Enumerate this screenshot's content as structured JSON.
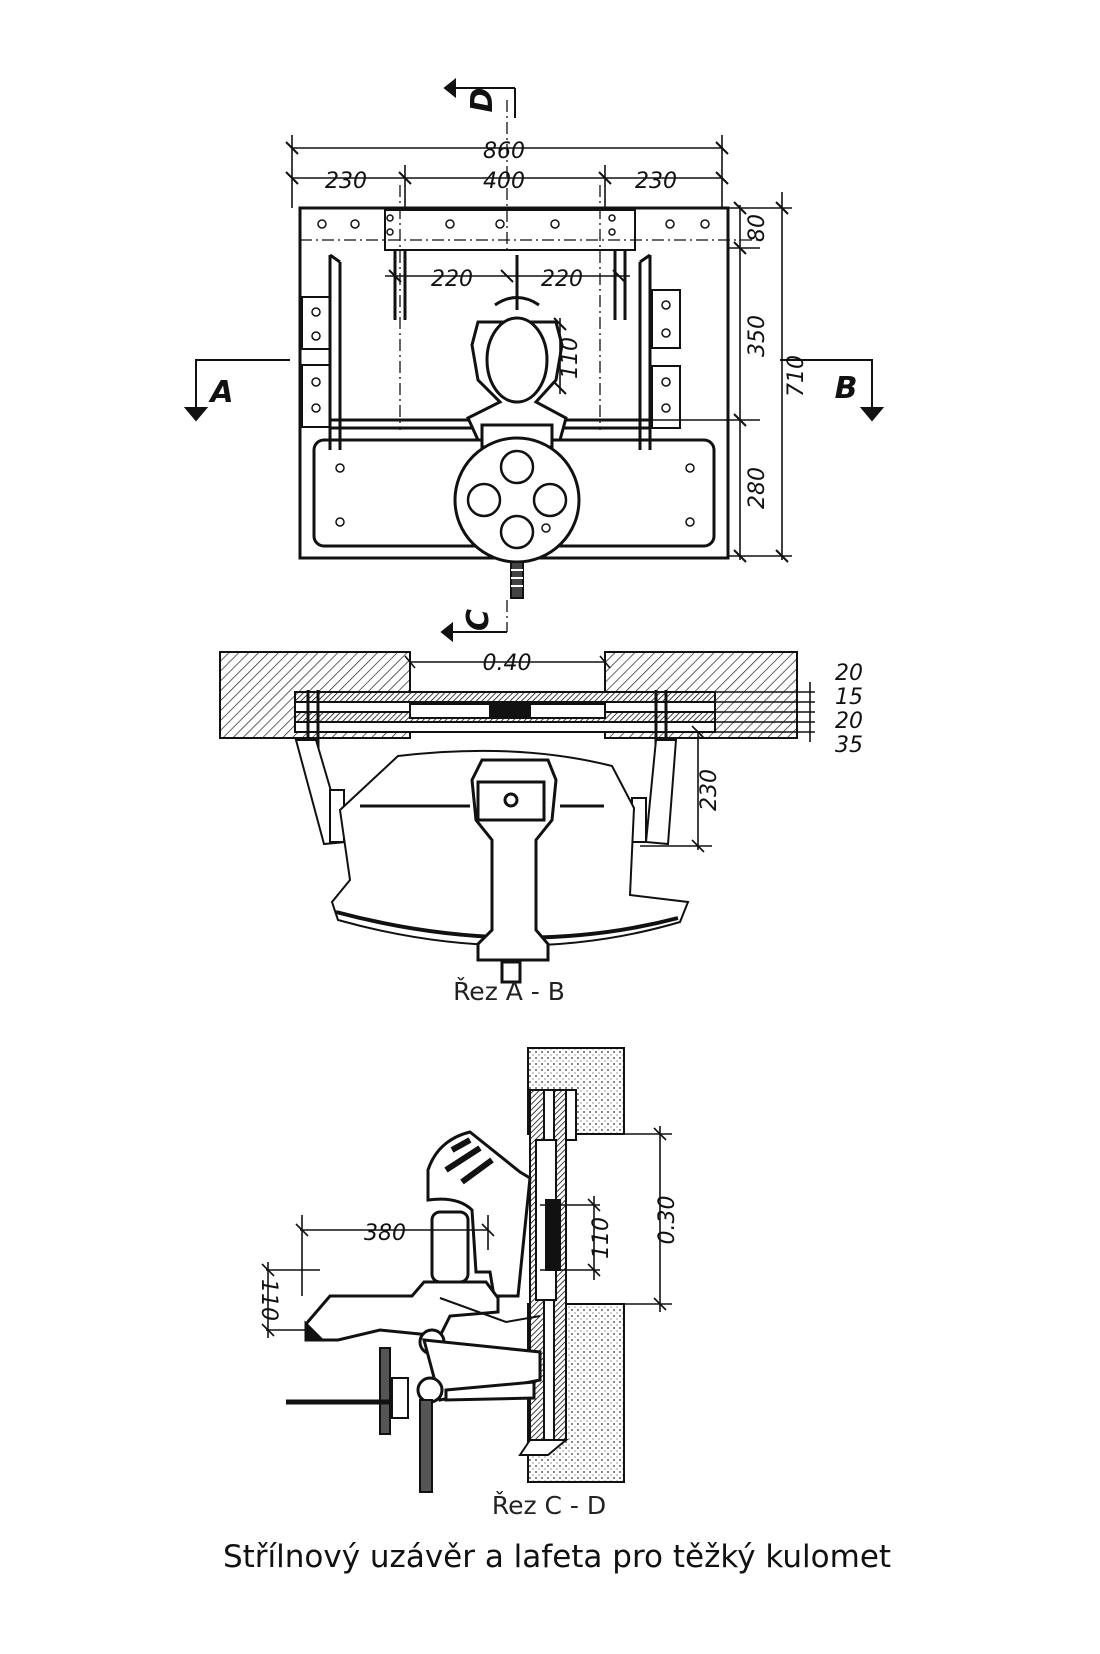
{
  "plan": {
    "dims": {
      "total": "860",
      "left": "230",
      "center": "400",
      "right": "230",
      "top": "80",
      "middle": "350",
      "overall": "710",
      "bottom": "280",
      "half_left": "220",
      "half_right": "220",
      "bore": "110"
    },
    "sections": {
      "a": "A",
      "b": "B",
      "c": "C",
      "d": "D"
    }
  },
  "section_ab": {
    "opening": "0.40",
    "layers": [
      "20",
      "15",
      "20",
      "35"
    ],
    "depth": "230",
    "caption": "Řez A - B"
  },
  "section_cd": {
    "reach": "380",
    "height": "110",
    "bore": "110",
    "opening": "0.30",
    "caption": "Řez C - D"
  },
  "title": "Střílnový uzávěr a lafeta pro těžký kulomet"
}
